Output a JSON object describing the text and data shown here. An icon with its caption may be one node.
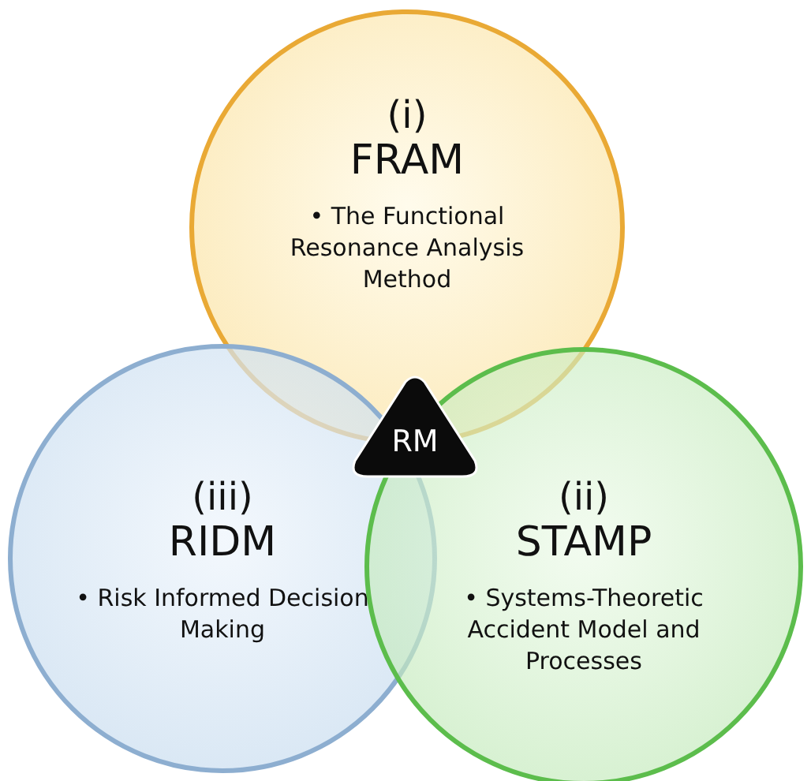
{
  "diagram": {
    "nodes": [
      {
        "text": [
          "(i)",
          "FRAM",
          "• The Functional Resonance Analysis Method"
        ]
      },
      {
        "text": [
          "(ii)",
          "STAMP",
          "• Systems-Theoretic Accident Model and Processes"
        ]
      },
      {
        "text": [
          "(iii)",
          "RIDM",
          "• Risk Informed Decision Making"
        ]
      },
      {
        "text": [
          "RM"
        ]
      }
    ],
    "edges": []
  }
}
